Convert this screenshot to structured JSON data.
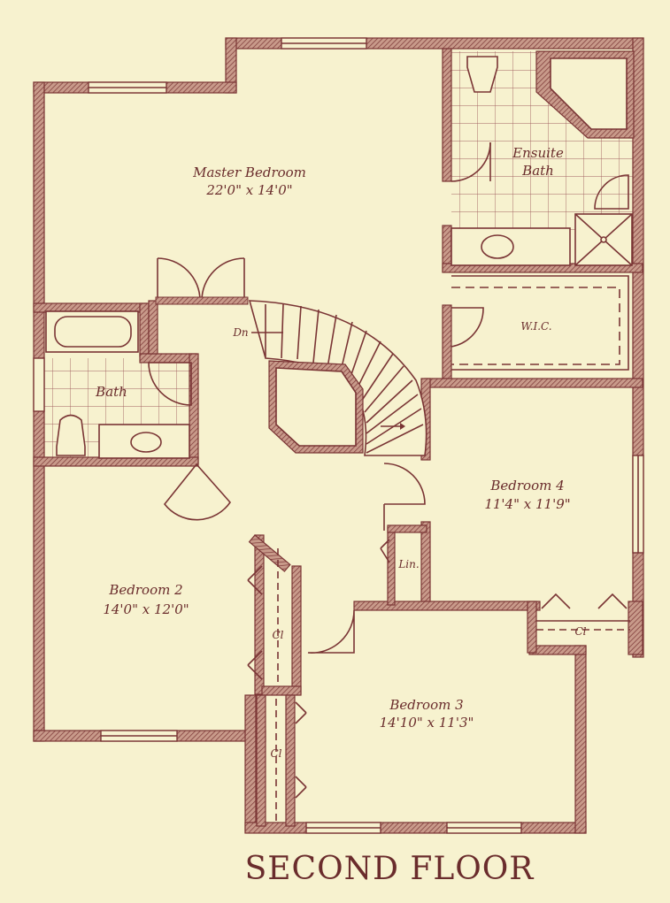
{
  "title": "SECOND FLOOR",
  "colors": {
    "background": "#f7f2cf",
    "ink": "#7a3535",
    "wall": "#8b4a4a"
  },
  "rooms": {
    "master": {
      "name": "Master Bedroom",
      "size": "22'0\" x 14'0\""
    },
    "ensuite": {
      "name_line1": "Ensuite",
      "name_line2": "Bath"
    },
    "wic": {
      "name": "W.I.C."
    },
    "bath": {
      "name": "Bath"
    },
    "bedroom4": {
      "name": "Bedroom 4",
      "size": "11'4\" x 11'9\""
    },
    "bedroom2": {
      "name": "Bedroom 2",
      "size": "14'0\" x 12'0\""
    },
    "bedroom3": {
      "name": "Bedroom 3",
      "size": "14'10\" x 11'3\""
    },
    "linen": {
      "name": "Lin."
    },
    "closet2": {
      "name": "Cl"
    },
    "closet3": {
      "name": "Cl"
    },
    "closet4": {
      "name": "Cl"
    }
  },
  "stairs": {
    "label": "Dn"
  }
}
